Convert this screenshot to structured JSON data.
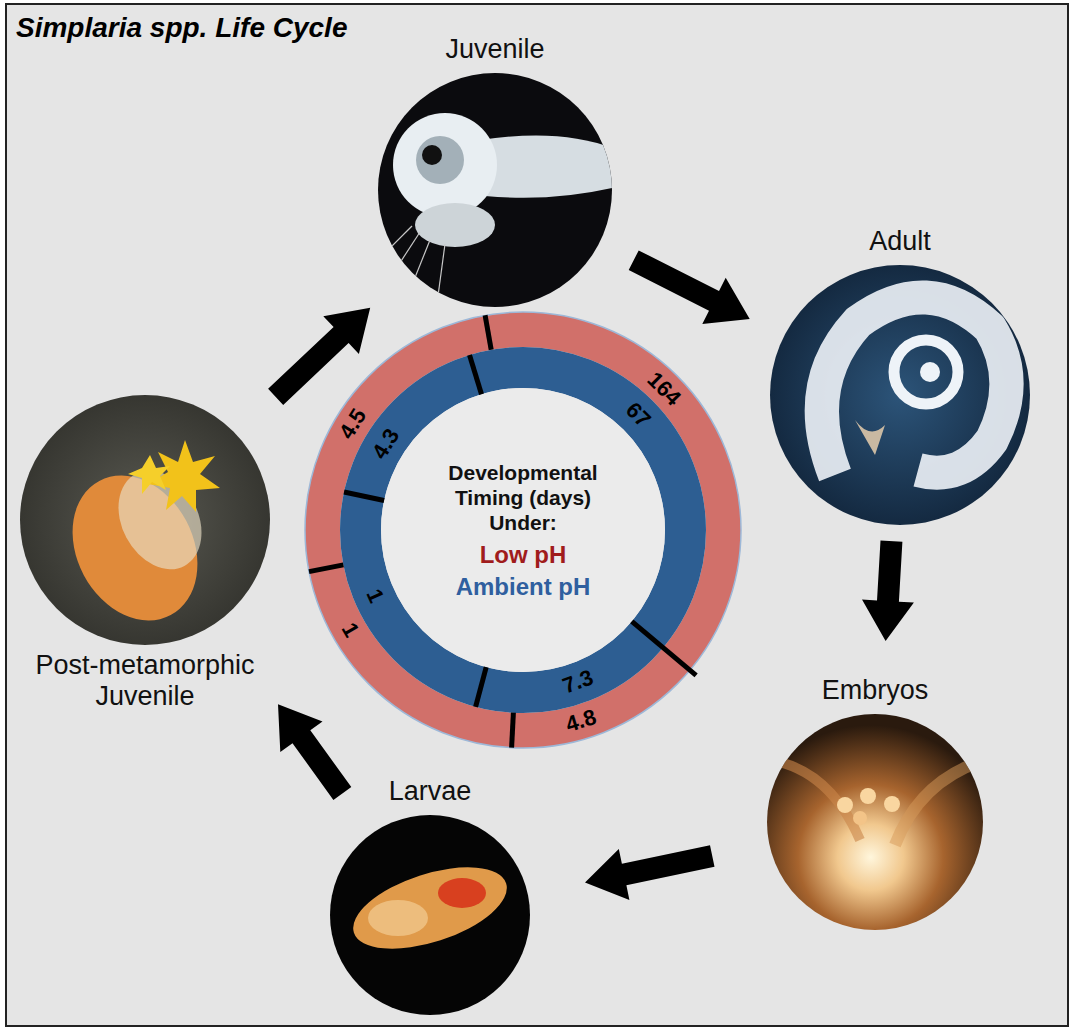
{
  "diagram": {
    "title": "Simplaria spp. Life Cycle",
    "nodes": [
      {
        "text": [
          "Juvenile"
        ]
      },
      {
        "text": [
          "Adult"
        ]
      },
      {
        "text": [
          "Embryos"
        ]
      },
      {
        "text": [
          "Larvae"
        ]
      },
      {
        "text": [
          "Post-metamorphic Juvenile"
        ]
      },
      {
        "text": [
          "Developmental Timing (days) Under:",
          "Low pH",
          "Ambient pH"
        ]
      }
    ],
    "edges": [
      {
        "from": 0,
        "to": 1,
        "arrow": "to"
      },
      {
        "from": 1,
        "to": 2,
        "arrow": "to"
      },
      {
        "from": 2,
        "to": 3,
        "arrow": "to"
      },
      {
        "from": 3,
        "to": 4,
        "arrow": "to"
      },
      {
        "from": 4,
        "to": 0,
        "arrow": "to"
      }
    ],
    "labels": [
      "4.5",
      "164",
      "4.3",
      "67",
      "1",
      "1",
      "7.3",
      "4.8"
    ]
  }
}
